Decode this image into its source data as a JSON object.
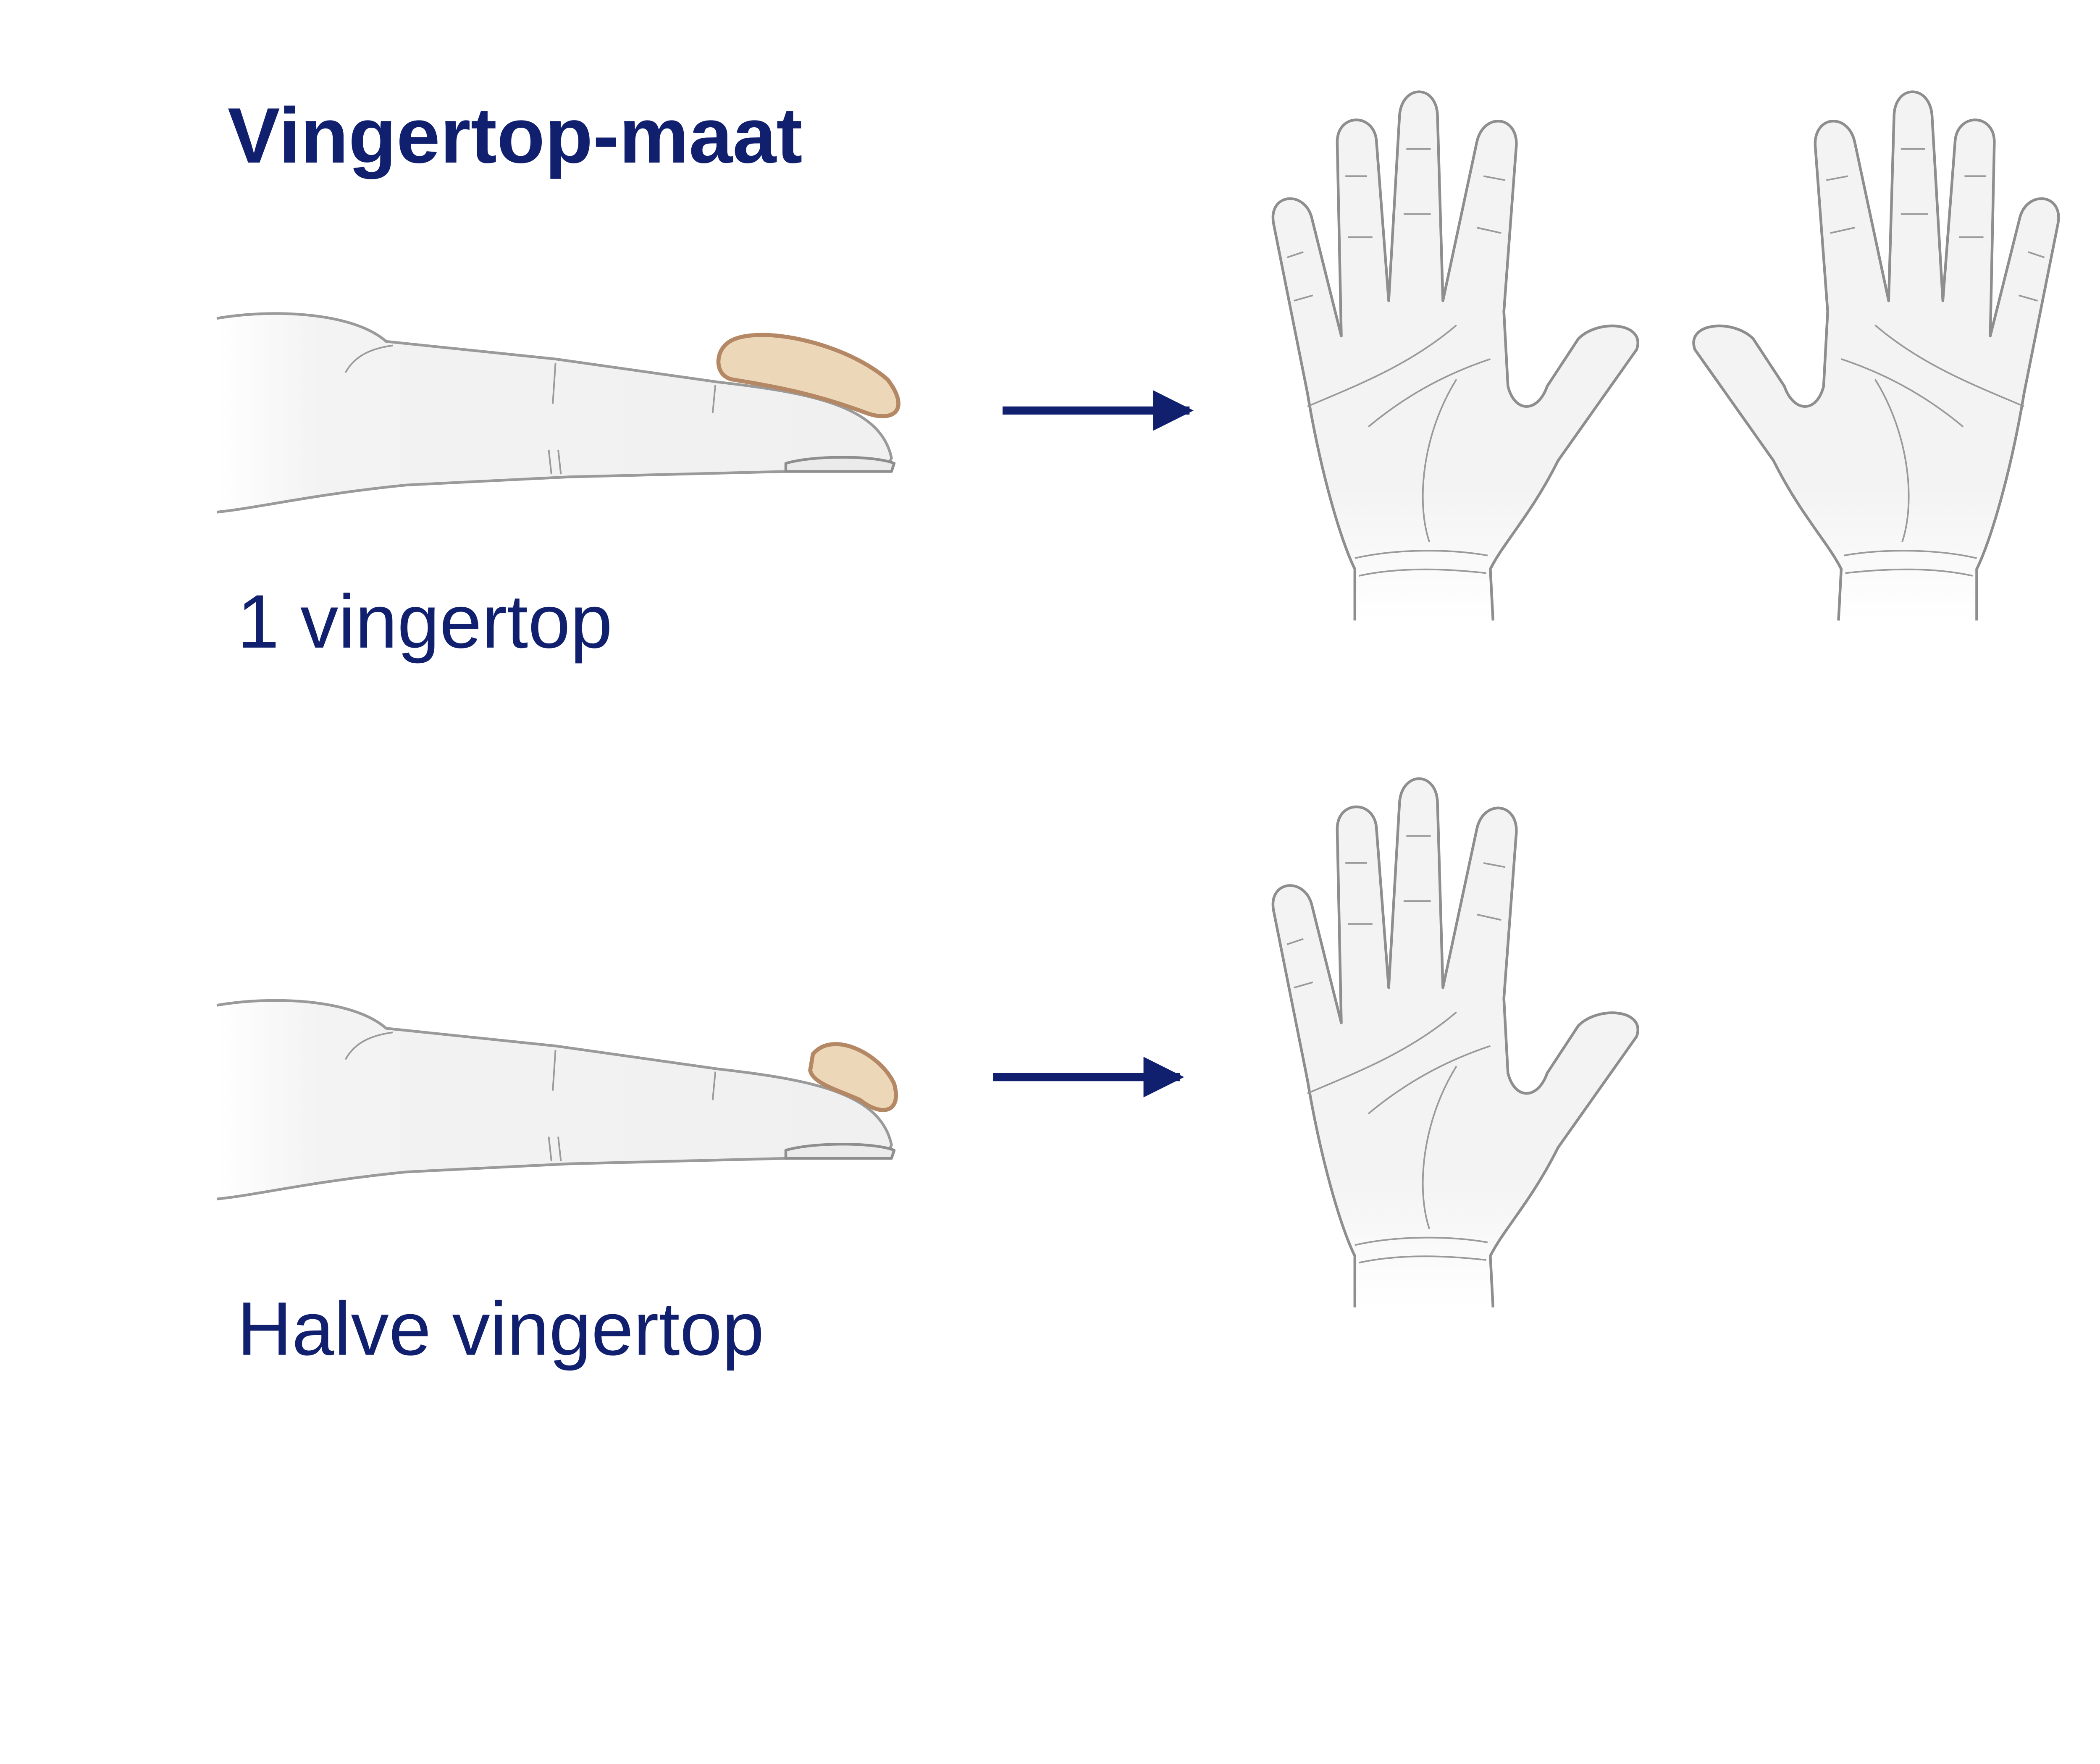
{
  "title": "Vingertop-maat",
  "colors": {
    "text": "#10206e",
    "arrow": "#10206e",
    "skin": "#f3f3f3",
    "skin_outline": "#8e8e8e",
    "cream": "#ecd8b8",
    "cream_outline": "#b58865"
  },
  "rows": [
    {
      "label": "1 vingertop",
      "amount": "full",
      "hands": 2,
      "icons": [
        "finger-icon",
        "arrow-right-icon",
        "hand-icon",
        "hand-icon"
      ]
    },
    {
      "label": "Halve vingertop",
      "amount": "half",
      "hands": 1,
      "icons": [
        "finger-icon",
        "arrow-right-icon",
        "hand-icon"
      ]
    }
  ]
}
